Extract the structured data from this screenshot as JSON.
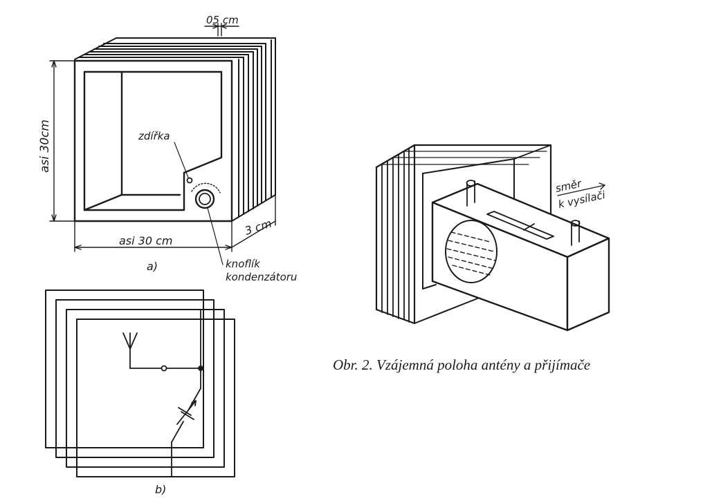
{
  "figure_a": {
    "sub_label": "a)",
    "dim_layer": "05 cm",
    "dim_height": "asi 30cm",
    "dim_width": "asi 30 cm",
    "dim_depth": "3 cm",
    "label_socket": "zdířka",
    "label_knob_line1": "knoflík",
    "label_knob_line2": "kondenzátoru"
  },
  "figure_b": {
    "sub_label": "b)"
  },
  "figure_2": {
    "direction_line1": "směr",
    "direction_line2": "k vysílači",
    "caption": "Obr. 2. Vzájemná poloha antény a přijímače"
  }
}
